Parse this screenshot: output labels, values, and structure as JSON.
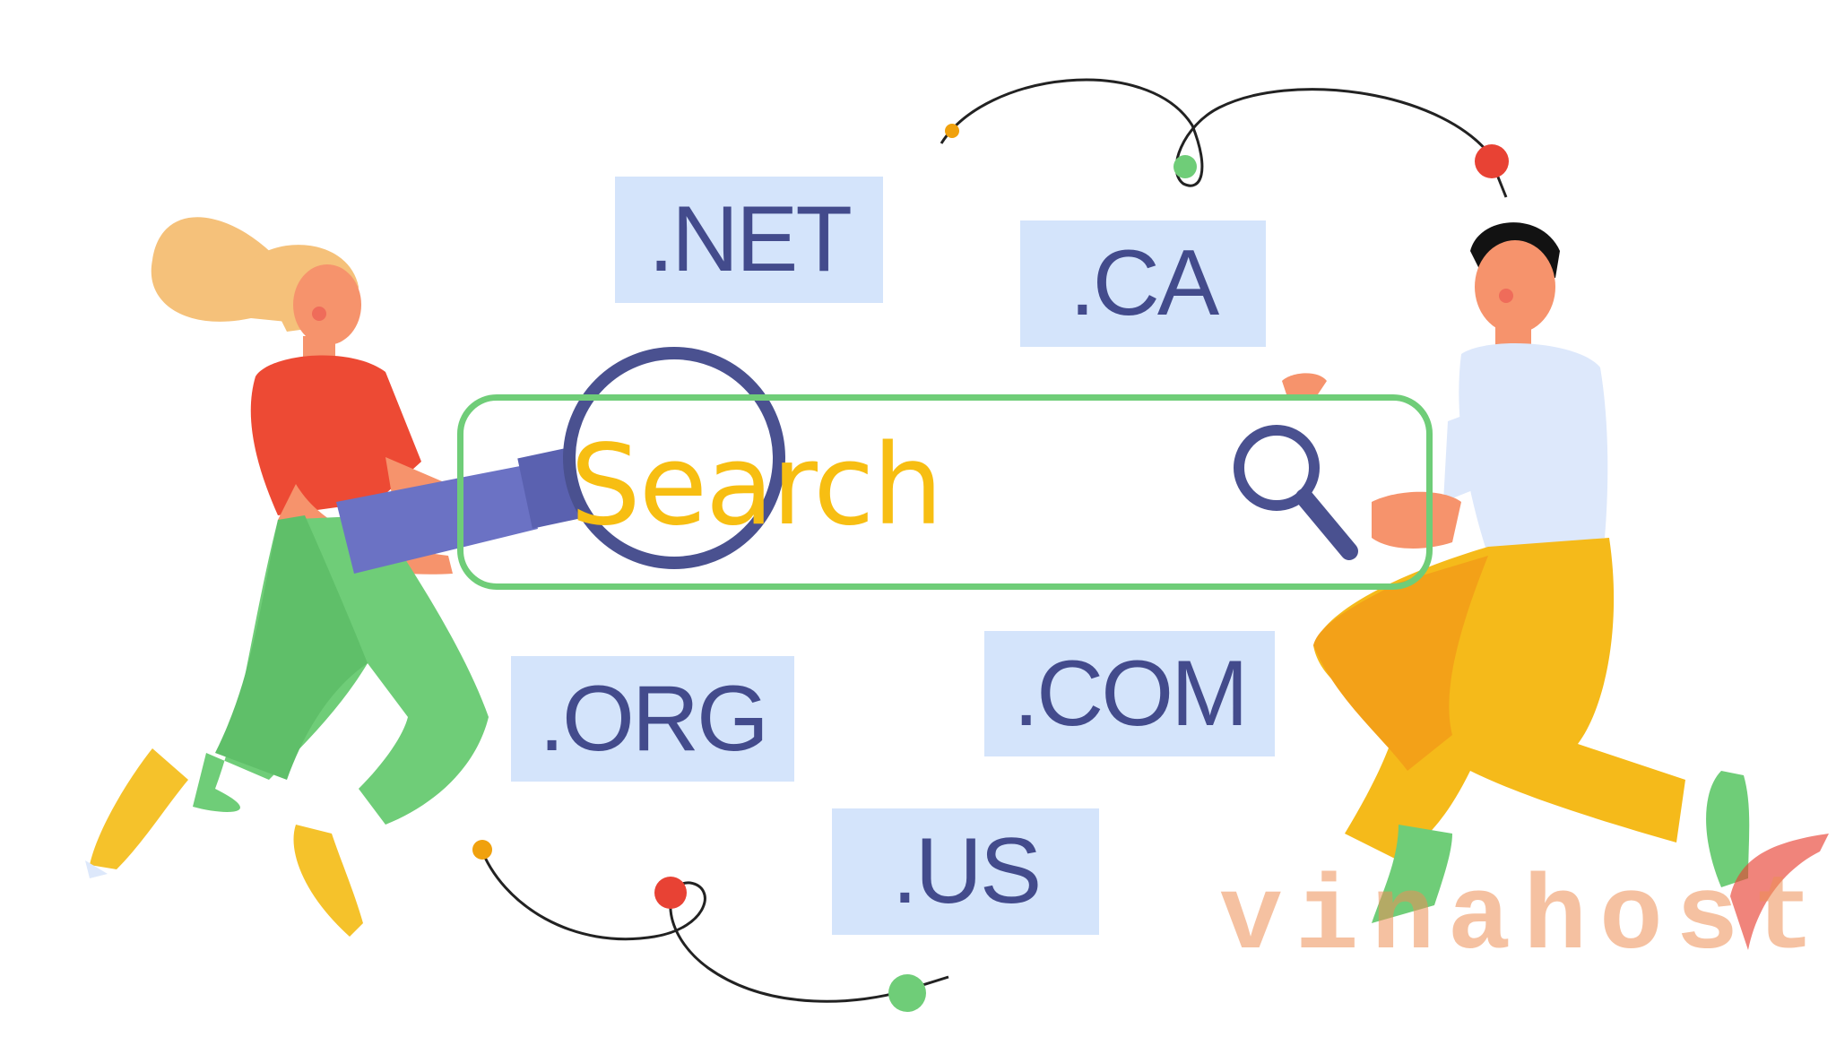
{
  "tags": {
    "net": ".NET",
    "ca": ".CA",
    "org": ".ORG",
    "com": ".COM",
    "us": ".US"
  },
  "search_bar": {
    "text": "Search"
  },
  "watermark": {
    "text": "vinahost."
  },
  "colors": {
    "tag_bg": "#d4e4fb",
    "tag_text": "#434b8c",
    "search_border": "#6fcd78",
    "search_text": "#f7be12",
    "magnifier": "#4a5190",
    "watermark": "#ee8f56"
  },
  "icons": [
    "magnifying-glass-icon",
    "small-magnifier-icon"
  ]
}
